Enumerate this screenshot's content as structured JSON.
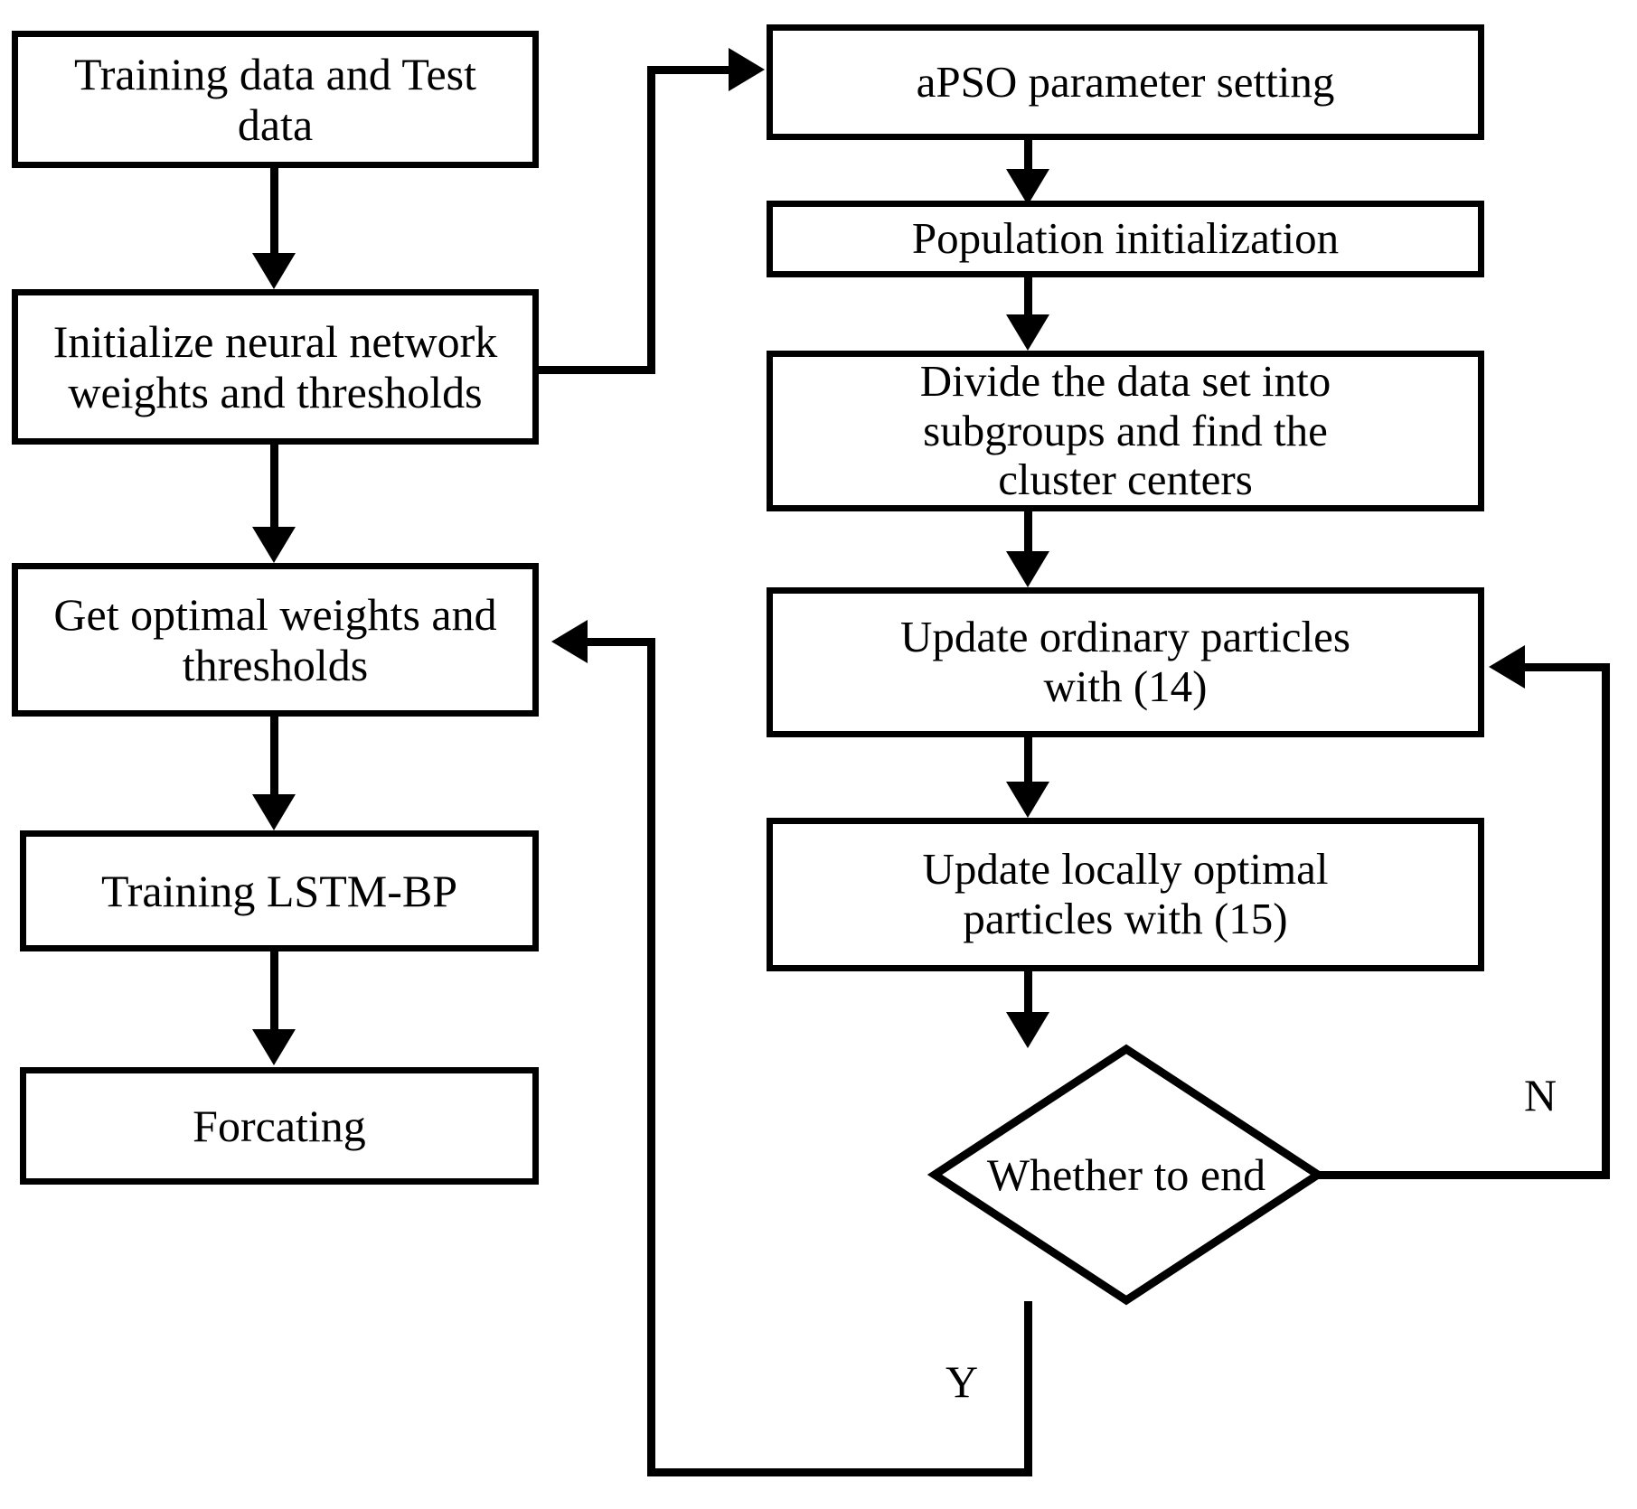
{
  "diagram": {
    "type": "flowchart",
    "title": "LSTM-BP forecasting with aPSO optimization flowchart",
    "colors": {
      "stroke": "#000000",
      "fill": "#ffffff",
      "text": "#000000"
    },
    "left_column": {
      "nodes": [
        {
          "id": "training-test-data",
          "shape": "process",
          "label": "Training data and Test\ndata"
        },
        {
          "id": "initialize-weights",
          "shape": "process",
          "label": "Initialize neural network\nweights and thresholds"
        },
        {
          "id": "get-optimal-weights",
          "shape": "process",
          "label": "Get optimal weights and\nthresholds"
        },
        {
          "id": "training-lstm-bp",
          "shape": "process",
          "label": "Training LSTM-BP"
        },
        {
          "id": "forcating",
          "shape": "process",
          "label": "Forcating"
        }
      ]
    },
    "right_column": {
      "nodes": [
        {
          "id": "apso-parameter-setting",
          "shape": "process",
          "label": "aPSO parameter setting"
        },
        {
          "id": "population-initialization",
          "shape": "process",
          "label": "Population initialization"
        },
        {
          "id": "divide-data-set",
          "shape": "process",
          "label": "Divide the data set into\nsubgroups and find the\ncluster centers"
        },
        {
          "id": "update-ordinary-particles",
          "shape": "process",
          "label": "Update ordinary particles\nwith (14)"
        },
        {
          "id": "update-locally-optimal-particles",
          "shape": "process",
          "label": "Update locally optimal\nparticles with (15)"
        },
        {
          "id": "whether-to-end",
          "shape": "decision",
          "label": "Whether to end"
        }
      ]
    },
    "edge_labels": {
      "no": "N",
      "yes": "Y"
    },
    "edges": [
      {
        "from": "training-test-data",
        "to": "initialize-weights",
        "label": ""
      },
      {
        "from": "initialize-weights",
        "to": "get-optimal-weights",
        "label": ""
      },
      {
        "from": "get-optimal-weights",
        "to": "training-lstm-bp",
        "label": ""
      },
      {
        "from": "training-lstm-bp",
        "to": "forcating",
        "label": ""
      },
      {
        "from": "initialize-weights",
        "to": "apso-parameter-setting",
        "label": ""
      },
      {
        "from": "apso-parameter-setting",
        "to": "population-initialization",
        "label": ""
      },
      {
        "from": "population-initialization",
        "to": "divide-data-set",
        "label": ""
      },
      {
        "from": "divide-data-set",
        "to": "update-ordinary-particles",
        "label": ""
      },
      {
        "from": "update-ordinary-particles",
        "to": "update-locally-optimal-particles",
        "label": ""
      },
      {
        "from": "update-locally-optimal-particles",
        "to": "whether-to-end",
        "label": ""
      },
      {
        "from": "whether-to-end",
        "to": "update-ordinary-particles",
        "label": "N"
      },
      {
        "from": "whether-to-end",
        "to": "get-optimal-weights",
        "label": "Y"
      }
    ]
  }
}
